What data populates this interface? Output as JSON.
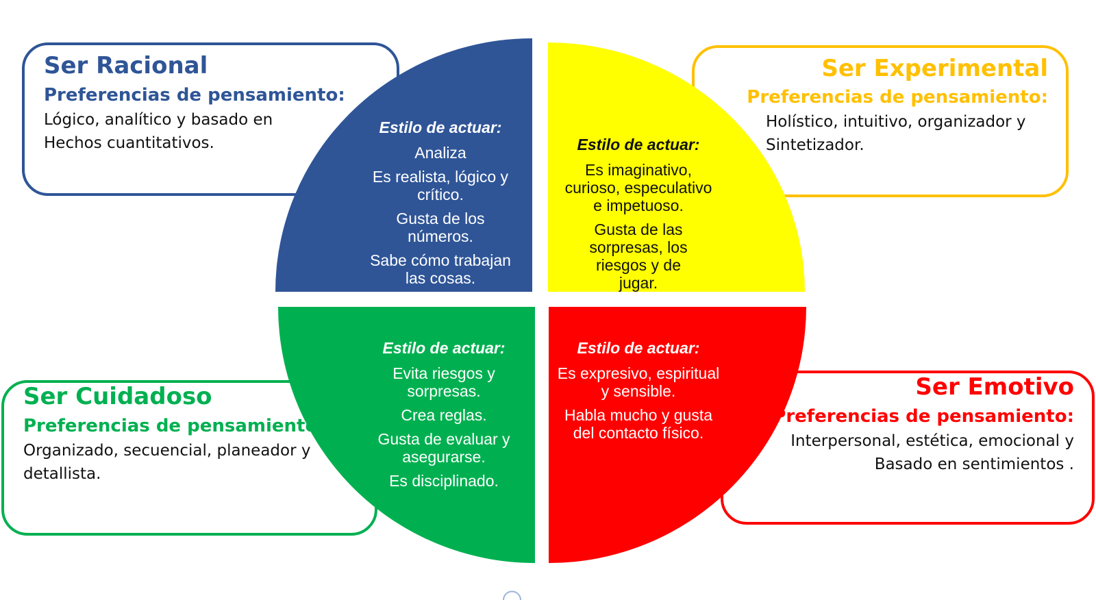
{
  "racional": {
    "title": "Ser Racional",
    "subtitle": "Preferencias de pensamiento:",
    "lines": [
      "Lógico, analítico y basado en",
      "Hechos cuantitativos."
    ],
    "color": "#2F5597"
  },
  "experimental": {
    "title": "Ser Experimental",
    "subtitle": "Preferencias de pensamiento:",
    "lines": [
      "Holístico, intuitivo, organizador y",
      "Sintetizador."
    ],
    "color": "#FFC000"
  },
  "cuidadoso": {
    "title": "Ser Cuidadoso",
    "subtitle": "Preferencias de pensamiento:",
    "lines": [
      "Organizado, secuencial, planeador y",
      "detallista."
    ],
    "color": "#00B050"
  },
  "emotivo": {
    "title": "Ser Emotivo",
    "subtitle": "Preferencias de pensamiento:",
    "lines": [
      "Interpersonal, estética, emocional y",
      "Basado en sentimientos ."
    ],
    "color": "#FF0000"
  },
  "quadrants": {
    "blue": {
      "heading": "Estilo de actuar:",
      "items": [
        "Analiza",
        "Es realista, lógico y crítico.",
        "Gusta de los números.",
        "Sabe cómo trabajan las cosas."
      ],
      "color": "#2F5597"
    },
    "yellow": {
      "heading": "Estilo de actuar:",
      "items": [
        "Es imaginativo, curioso, especulativo e impetuoso.",
        "Gusta de las sorpresas, los riesgos y de jugar."
      ],
      "color": "#FFFF00"
    },
    "green": {
      "heading": "Estilo de actuar:",
      "items": [
        "Evita riesgos y sorpresas.",
        "Crea reglas.",
        "Gusta de evaluar y asegurarse.",
        "Es disciplinado."
      ],
      "color": "#00B050"
    },
    "red": {
      "heading": "Estilo de actuar:",
      "items": [
        "Es expresivo, espiritual y sensible.",
        "Habla mucho y gusta del contacto físico."
      ],
      "color": "#FF0000"
    }
  }
}
